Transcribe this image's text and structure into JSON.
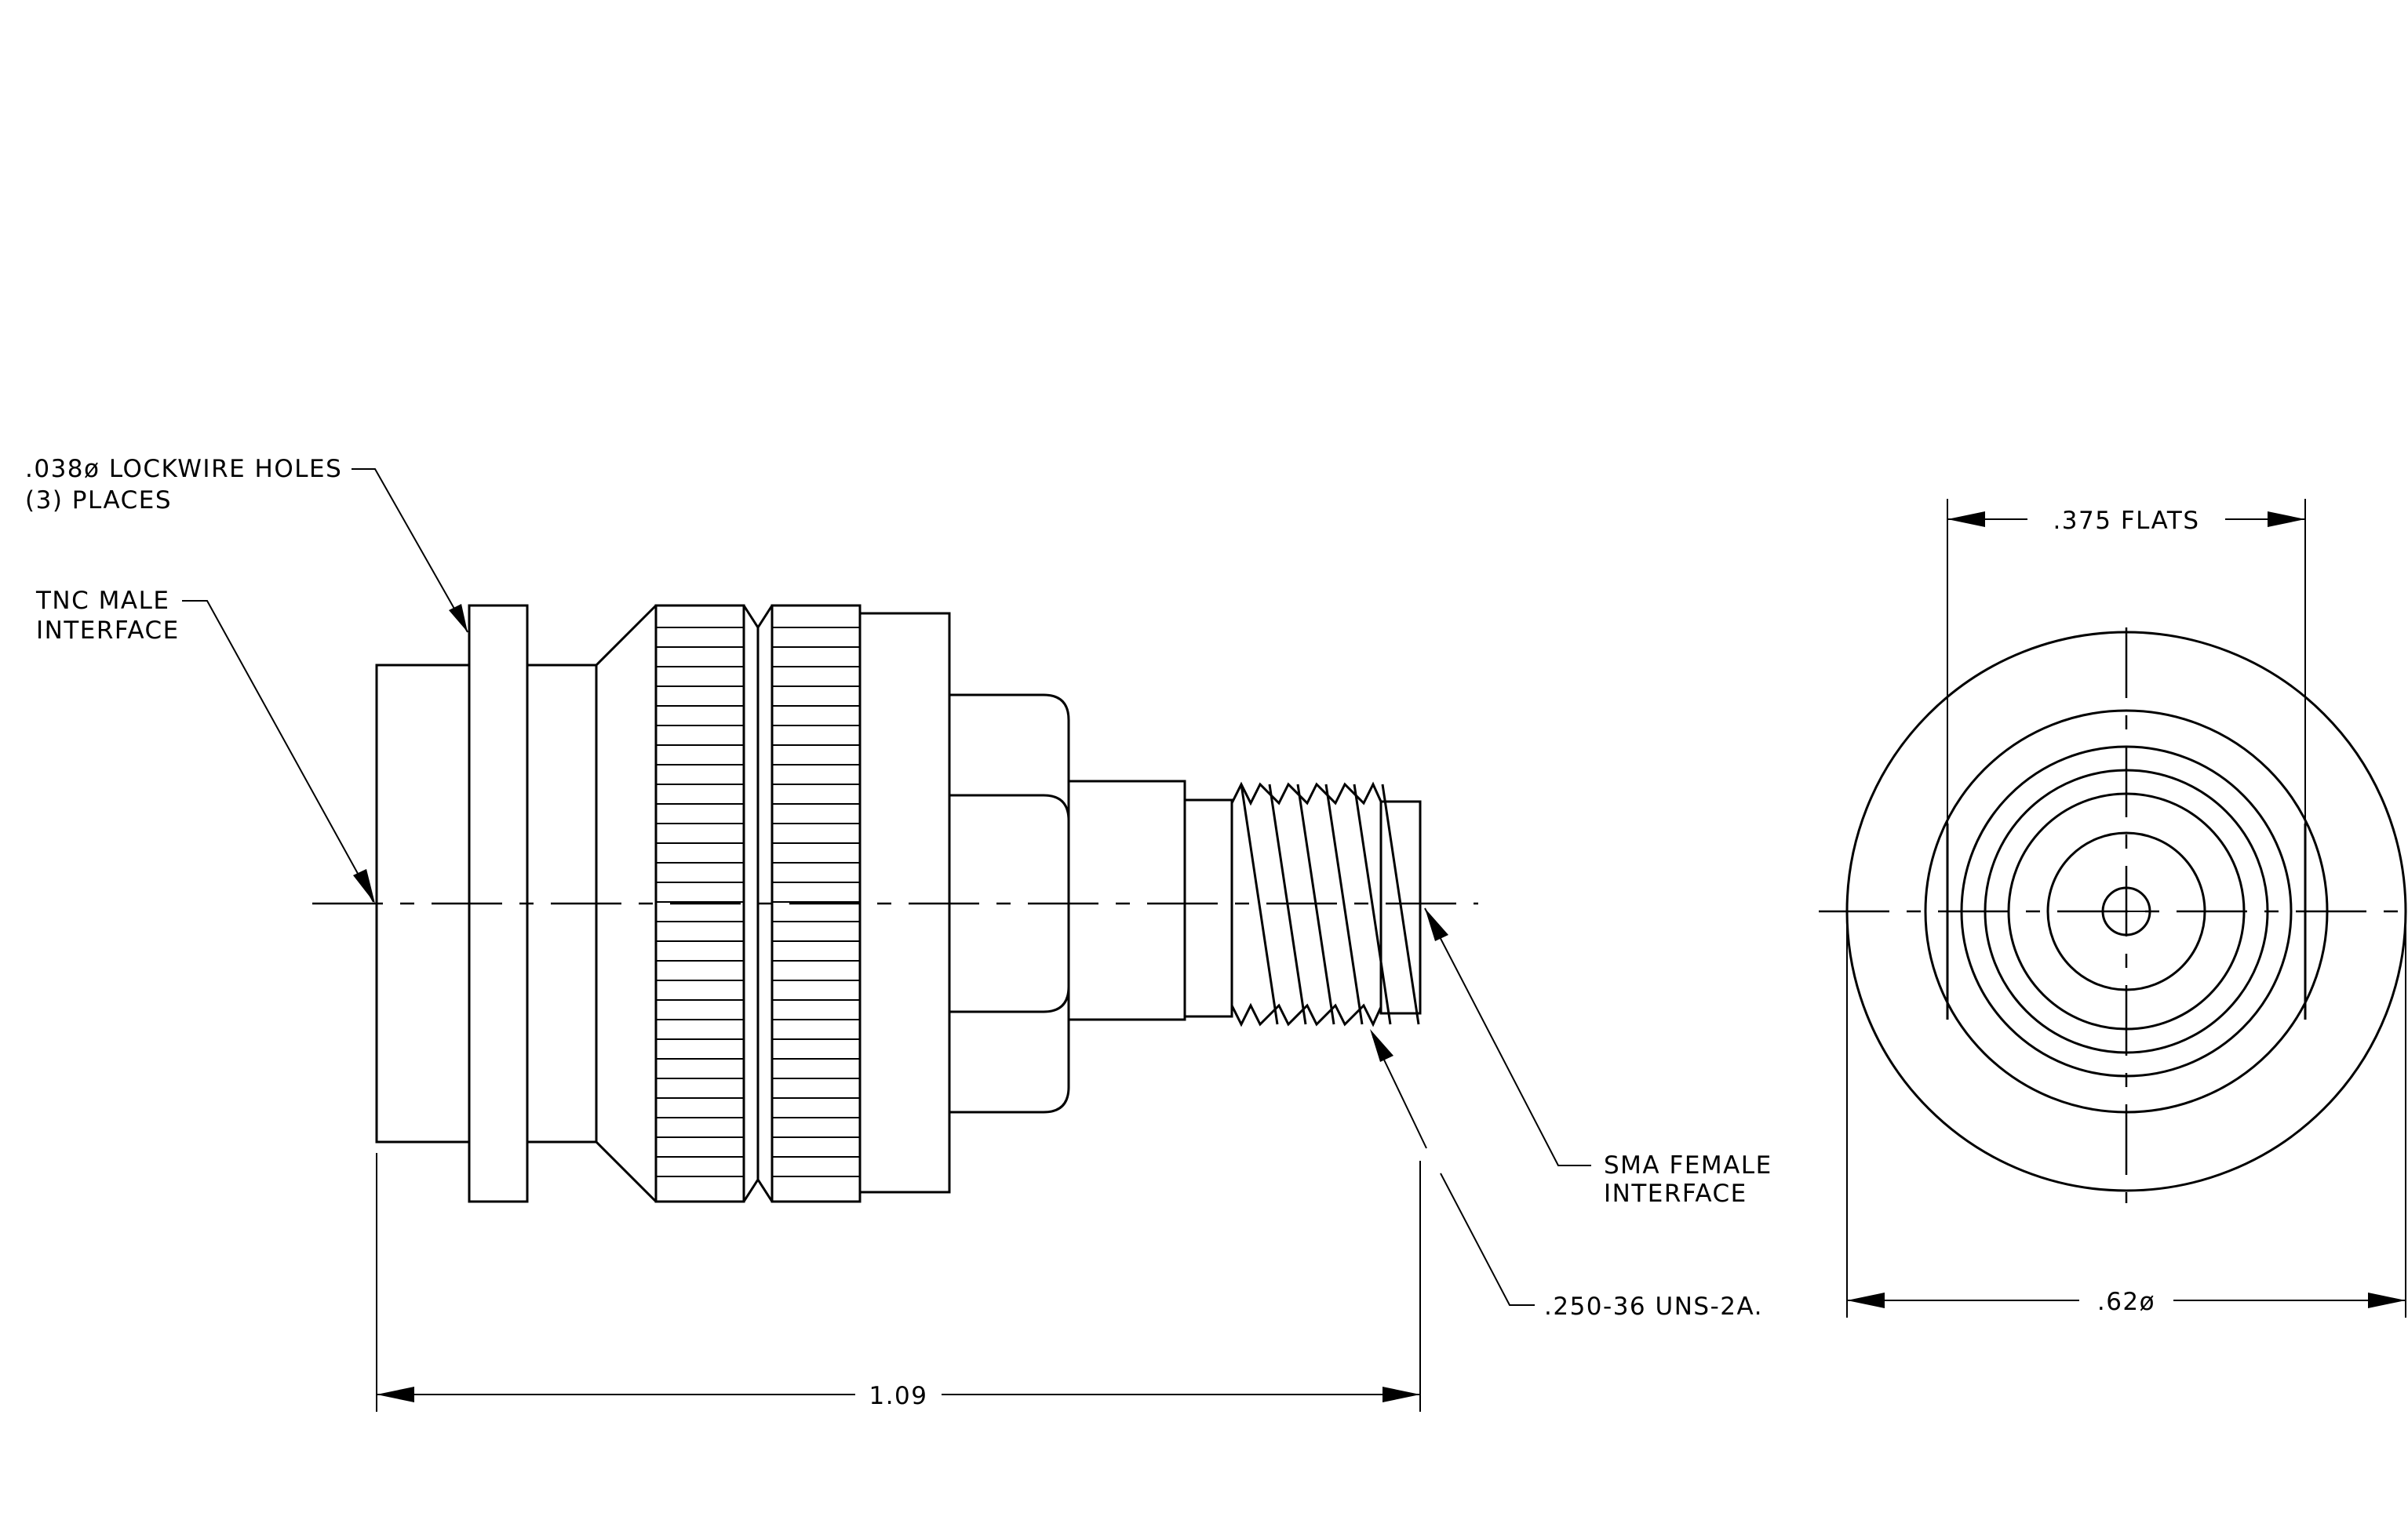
{
  "callouts": {
    "lockwire": {
      "line1": ".038ø LOCKWIRE HOLES",
      "line2": "(3)  PLACES"
    },
    "tnc": {
      "line1": "TNC MALE",
      "line2": "INTERFACE"
    },
    "sma": {
      "line1": "SMA FEMALE",
      "line2": "INTERFACE"
    },
    "thread": {
      "line1": ".250-36 UNS-2A."
    }
  },
  "dimensions": {
    "length": ".1.09",
    "flats": ".375 FLATS",
    "diameter": ".62ø"
  }
}
